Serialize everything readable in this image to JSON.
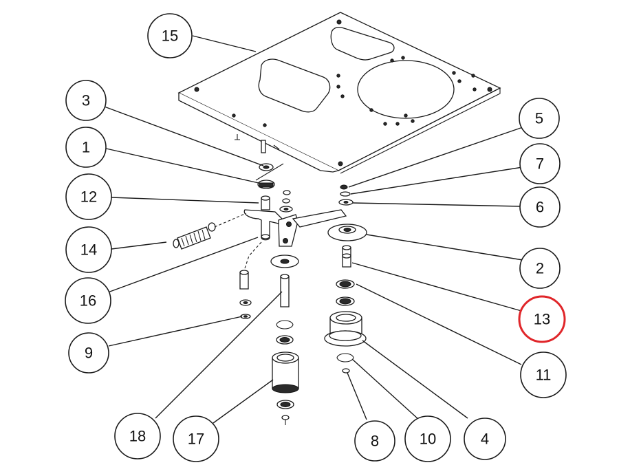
{
  "diagram": {
    "callouts": [
      {
        "id": "c15",
        "label": "15"
      },
      {
        "id": "c3",
        "label": "3"
      },
      {
        "id": "c1",
        "label": "1"
      },
      {
        "id": "c12",
        "label": "12"
      },
      {
        "id": "c14",
        "label": "14"
      },
      {
        "id": "c16",
        "label": "16"
      },
      {
        "id": "c9",
        "label": "9"
      },
      {
        "id": "c18",
        "label": "18"
      },
      {
        "id": "c17",
        "label": "17"
      },
      {
        "id": "c8",
        "label": "8"
      },
      {
        "id": "c10",
        "label": "10"
      },
      {
        "id": "c4",
        "label": "4"
      },
      {
        "id": "c11",
        "label": "11"
      },
      {
        "id": "c13",
        "label": "13"
      },
      {
        "id": "c2",
        "label": "2"
      },
      {
        "id": "c6",
        "label": "6"
      },
      {
        "id": "c7",
        "label": "7"
      },
      {
        "id": "c5",
        "label": "5"
      }
    ],
    "highlight": {
      "label": "13",
      "color": "#e0262a"
    },
    "line_color": "#1a1a1a"
  }
}
